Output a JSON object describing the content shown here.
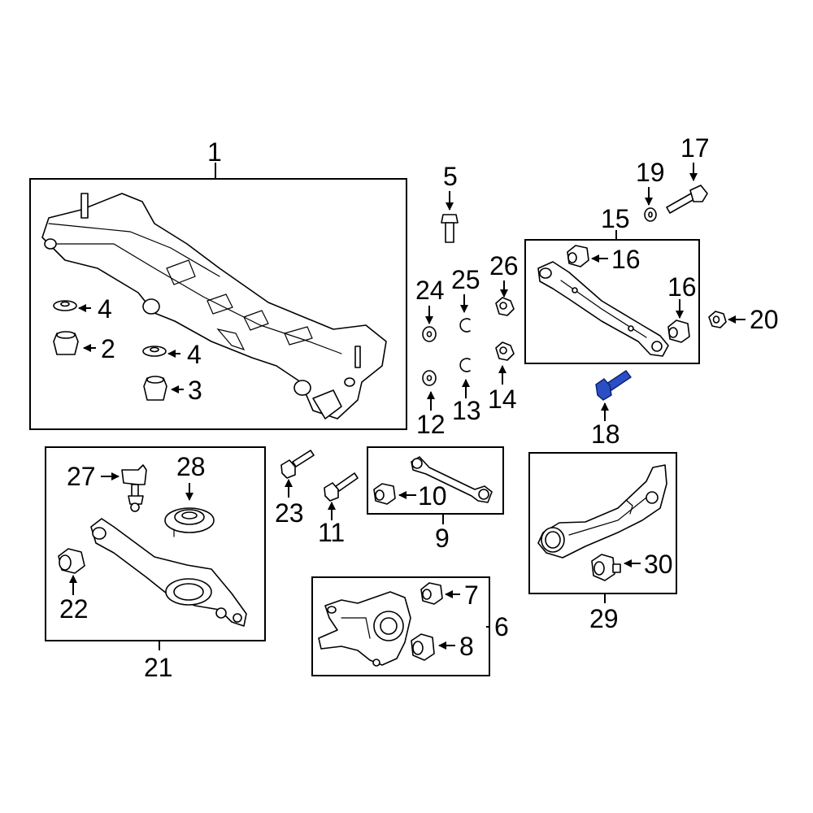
{
  "diagram": {
    "highlight_color": "#2a4fc4",
    "line_color": "#000000",
    "highlighted_part": "18",
    "callouts": {
      "c1": "1",
      "c2": "2",
      "c3": "3",
      "c4a": "4",
      "c4b": "4",
      "c5": "5",
      "c6": "6",
      "c7": "7",
      "c8": "8",
      "c9": "9",
      "c10": "10",
      "c11": "11",
      "c12": "12",
      "c13": "13",
      "c14": "14",
      "c15": "15",
      "c16a": "16",
      "c16b": "16",
      "c17": "17",
      "c18": "18",
      "c19": "19",
      "c20": "20",
      "c21": "21",
      "c22": "22",
      "c23": "23",
      "c24": "24",
      "c25": "25",
      "c26": "26",
      "c27": "27",
      "c28": "28",
      "c29": "29",
      "c30": "30"
    }
  }
}
